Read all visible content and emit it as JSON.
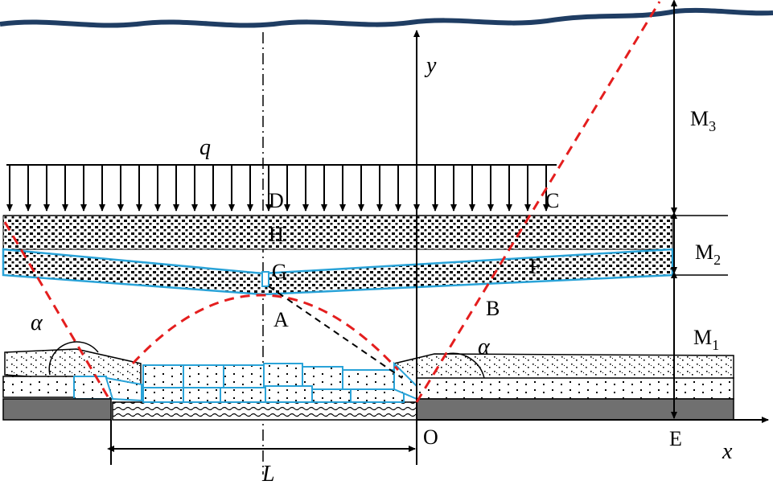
{
  "labels": {
    "q": "q",
    "y": "y",
    "x": "x",
    "L": "L",
    "O": "O",
    "E": "E",
    "D": "D",
    "C": "C",
    "H": "H",
    "G": "G",
    "F": "F",
    "A": "A",
    "B": "B",
    "alpha_left": "α",
    "alpha_right": "α",
    "M3": "M",
    "M3_sub": "3",
    "M2": "M",
    "M2_sub": "2",
    "M1": "M",
    "M1_sub": "1"
  },
  "colors": {
    "water": "#1f3d63",
    "failure_line": "#e41e1e",
    "block_outline": "#2aa3d8",
    "floor": "#707070",
    "line": "#000000"
  }
}
